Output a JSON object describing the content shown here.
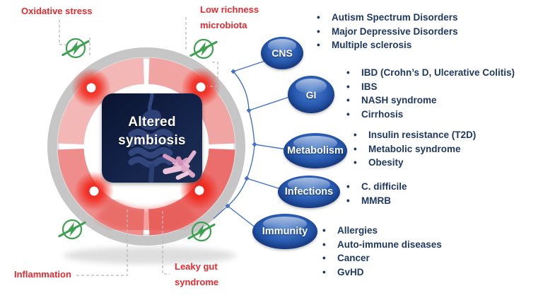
{
  "center": {
    "line1": "Altered",
    "line2": "symbiosis"
  },
  "risk_labels": {
    "top_left": "Oxidative stress",
    "top_right_line1": "Low richness",
    "top_right_line2": "microbiota",
    "bottom_left": "Inflammation",
    "bottom_right_line1": "Leaky gut",
    "bottom_right_line2": "syndrome"
  },
  "categories": [
    {
      "label": "CNS",
      "items": [
        "Autism Spectrum Disorders",
        "Major Depressive Disorders",
        "Multiple sclerosis"
      ]
    },
    {
      "label": "GI",
      "items": [
        "IBD (Crohn’s D, Ulcerative Colitis)",
        "IBS",
        "NASH syndrome",
        "Cirrhosis"
      ]
    },
    {
      "label": "Metabolism",
      "items": [
        "Insulin resistance (T2D)",
        "Metabolic syndrome",
        "Obesity"
      ]
    },
    {
      "label": "Infections",
      "items": [
        "C. difficile",
        "MMRB"
      ]
    },
    {
      "label": "Immunity",
      "items": [
        "Allergies",
        "Auto-immune diseases",
        "Cancer",
        "GvHD"
      ]
    }
  ],
  "glyphs": {
    "bullet": "•"
  },
  "colors": {
    "risk_label_red": "#e62a2f",
    "list_navy": "#1f3864",
    "connector_blue": "#4472c4",
    "oval_blue": "#2a5db4",
    "no_energy_green": "#3fa052",
    "ring_gray": "#c6c6c6",
    "ring_pink_light": "#f3b7b5",
    "ring_pink_deep": "#eb6e6c"
  }
}
